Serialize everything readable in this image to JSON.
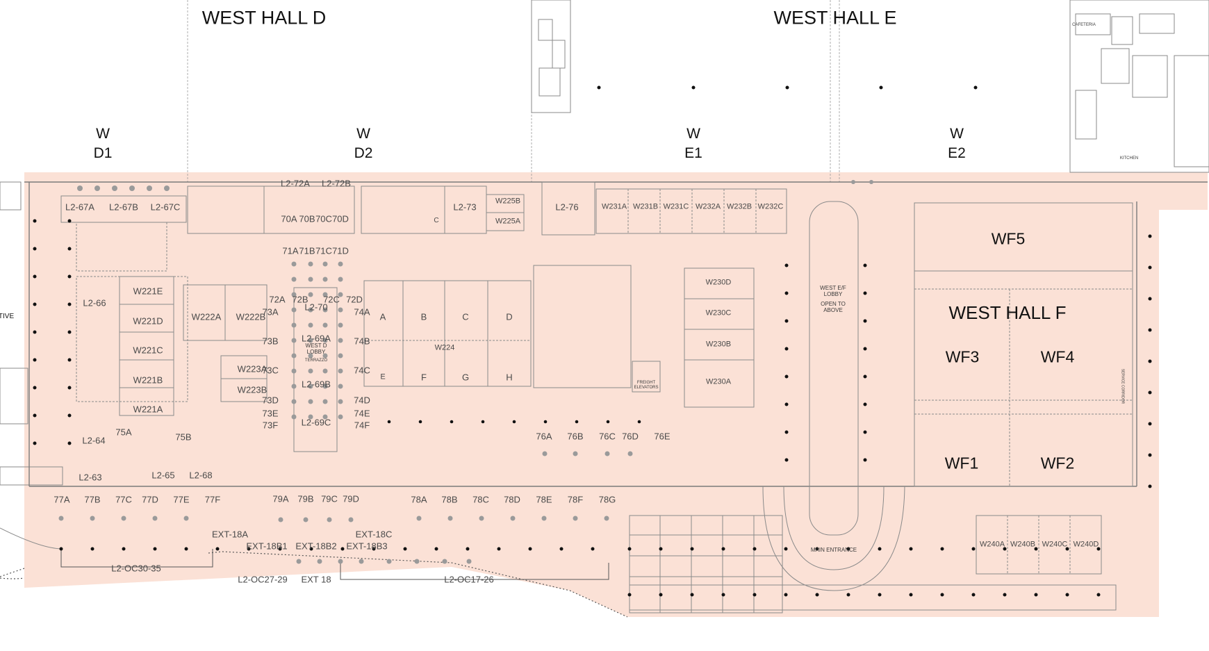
{
  "colors": {
    "floor_fill": "#fbe1d6",
    "walls": "#7a7a7a",
    "text": "#4a4a4a",
    "heading": "#111111",
    "column_dot": "#111111",
    "booth_dot": "#9a9a9a"
  },
  "halls": {
    "west_hall_d": "WEST HALL D",
    "west_hall_e": "WEST HALL E",
    "west_hall_f": "WEST HALL F"
  },
  "sections": [
    {
      "top": "W",
      "bottom": "D1"
    },
    {
      "top": "W",
      "bottom": "D2"
    },
    {
      "top": "W",
      "bottom": "E1"
    },
    {
      "top": "W",
      "bottom": "E2"
    }
  ],
  "wf_rooms": [
    "WF5",
    "WF3",
    "WF4",
    "WF1",
    "WF2"
  ],
  "rooms": [
    "L2-67A",
    "L2-67B",
    "L2-67C",
    "L2-66",
    "W221E",
    "W221D",
    "W221C",
    "W221B",
    "W221A",
    "L2-72A",
    "L2-72B",
    "70A",
    "70B",
    "70C",
    "70D",
    "71A",
    "71B",
    "71C",
    "71D",
    "W222A",
    "W222B",
    "W223A",
    "W223B",
    "72A",
    "72B",
    "72C",
    "72D",
    "73A",
    "L2-70",
    "L2-69A",
    "L2-69B",
    "L2-69C",
    "73B",
    "73C",
    "73D",
    "73E",
    "73F",
    "74A",
    "74B",
    "74C",
    "74D",
    "74E",
    "74F",
    "L2-73",
    "W225B",
    "W225A",
    "L2-76",
    "W231A",
    "W231B",
    "W231C",
    "W232A",
    "W232B",
    "W232C",
    "A",
    "B",
    "C",
    "D",
    "W224",
    "E",
    "F",
    "G",
    "H",
    "W230D",
    "W230C",
    "W230B",
    "W230A",
    "L2-64",
    "75A",
    "75B",
    "L2-63",
    "L2-65",
    "L2-68",
    "77A",
    "77B",
    "77C",
    "77D",
    "77E",
    "77F",
    "79A",
    "79B",
    "79C",
    "79D",
    "78A",
    "78B",
    "78C",
    "78D",
    "78E",
    "78F",
    "78G",
    "76A",
    "76B",
    "76C",
    "76D",
    "76E",
    "W240A",
    "W240B",
    "W240C",
    "W240D",
    "EXT-18A",
    "EXT-18C",
    "EXT-18B1",
    "EXT-18B2",
    "EXT-18B3",
    "L2-OC30-35",
    "L2-OC27-29",
    "EXT 18",
    "L2-OC17-26"
  ],
  "small_labels": {
    "west_d_lobby_1": "WEST D",
    "west_d_lobby_2": "LOBBY",
    "terrazzo": "TERRAZZO",
    "west_ef_lobby_1": "WEST E/F",
    "west_ef_lobby_2": "LOBBY",
    "open_to_above_1": "OPEN TO",
    "open_to_above_2": "ABOVE",
    "freight_1": "FREIGHT",
    "freight_2": "ELEVATORS",
    "main_entrance": "MAIN ENTRANCE",
    "cafeteria": "CAFETERIA",
    "kitchen": "KITCHEN",
    "service_corridor": "SERVICE CORRIDOR",
    "edge_fragment": "TIVE",
    "door_c": "C"
  }
}
